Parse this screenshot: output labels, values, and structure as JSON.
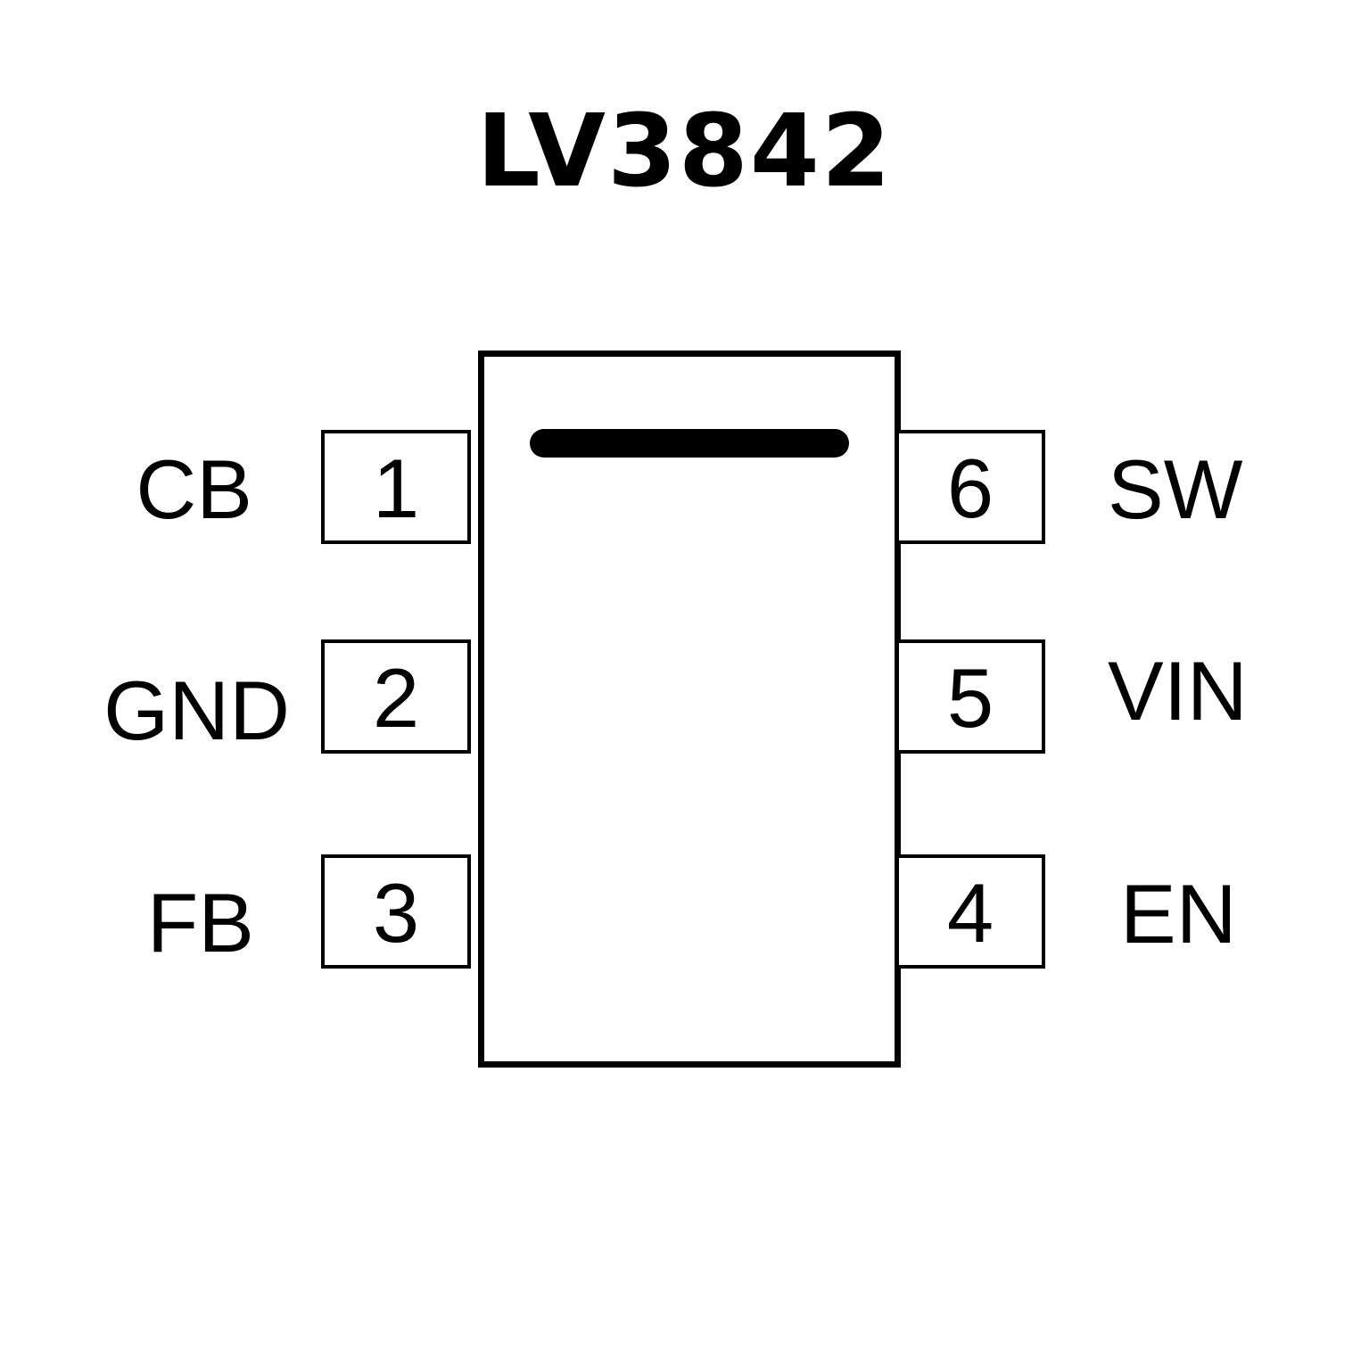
{
  "title": "LV3842",
  "pins": [
    {
      "number": "1",
      "name": "CB"
    },
    {
      "number": "2",
      "name": "GND"
    },
    {
      "number": "3",
      "name": "FB"
    },
    {
      "number": "4",
      "name": "EN"
    },
    {
      "number": "5",
      "name": "VIN"
    },
    {
      "number": "6",
      "name": "SW"
    }
  ]
}
